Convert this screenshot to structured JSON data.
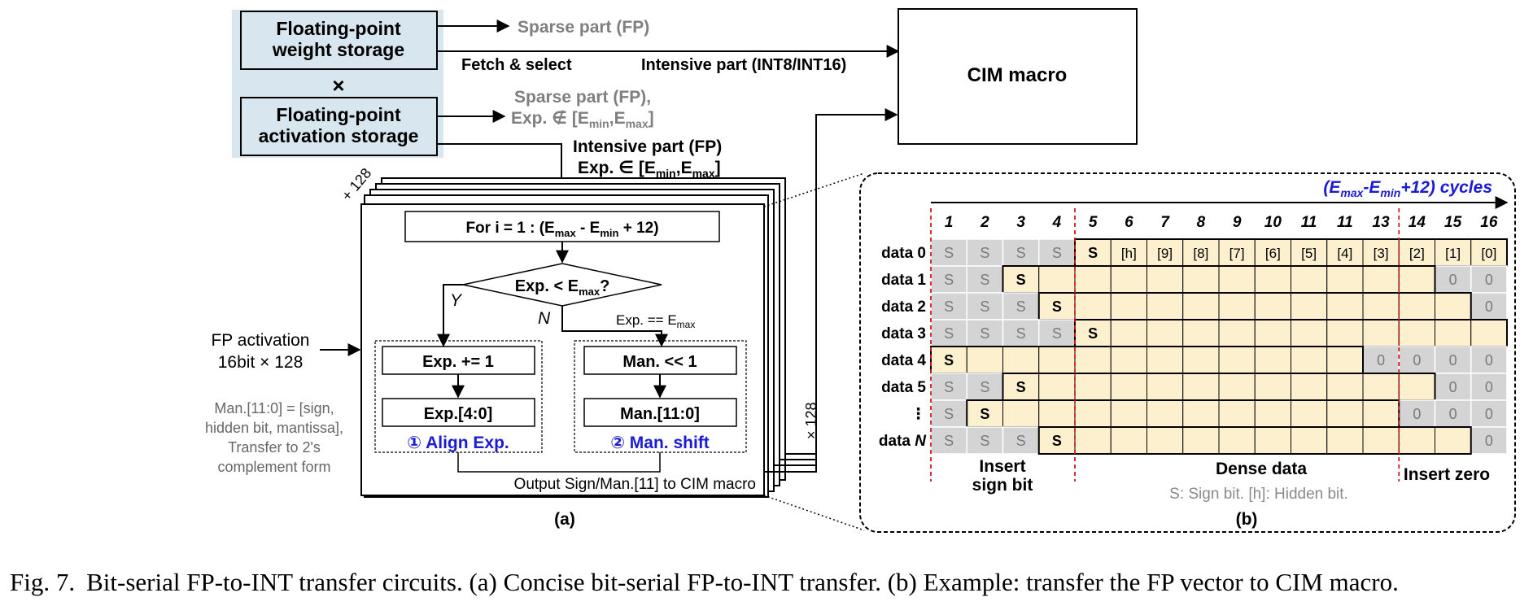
{
  "figure": {
    "storage": {
      "weight_line1": "Floating-point",
      "weight_line2": "weight storage",
      "times": "×",
      "act_line1": "Floating-point",
      "act_line2": "activation storage"
    },
    "labels": {
      "sparse_fp": "Sparse part (FP)",
      "fetch_select": "Fetch & select",
      "intensive_int": "Intensive part (INT8/INT16)",
      "sparse_fp2": "Sparse part (FP),",
      "exp_not_in": "Exp. ∉  [E",
      "intensive_fp": "Intensive part (FP)",
      "exp_in": "Exp. ∈ [E",
      "cim_macro": "CIM macro",
      "plus128": "+ 128",
      "times128": "× 128",
      "fp_act_line1": "FP activation",
      "fp_act_line2": "16bit × 128",
      "man_note_1": "Man.[11:0] = [sign,",
      "man_note_2": "hidden bit, mantissa],",
      "man_note_3": "Transfer to 2's",
      "man_note_4": "complement form"
    },
    "flow": {
      "for_loop": "For i = 1 : (E",
      "cond": "Exp. < E",
      "yes": "Y",
      "no": "N",
      "eq": "Exp. == E",
      "exp_inc": "Exp. += 1",
      "exp_bits": "Exp.[4:0]",
      "align": "① Align Exp.",
      "man_shift_op": "Man. << 1",
      "man_bits": "Man.[11:0]",
      "man_shift": "② Man. shift",
      "output": "Output Sign/Man.[11] to CIM macro",
      "sub_a": "(a)"
    },
    "panel_b": {
      "cycles": "(E",
      "col_headers": [
        "1",
        "2",
        "3",
        "4",
        "5",
        "6",
        "7",
        "8",
        "9",
        "10",
        "11",
        "11",
        "13",
        "14",
        "15",
        "16"
      ],
      "rows": [
        {
          "label": "data 0",
          "cells": [
            "S",
            "S",
            "S",
            "S",
            "S",
            "[h]",
            "[9]",
            "[8]",
            "[7]",
            "[6]",
            "[5]",
            "[4]",
            "[3]",
            "[2]",
            "[1]",
            "[0]"
          ],
          "dense_from": 4,
          "zero_from": 16
        },
        {
          "label": "data 1",
          "cells": [
            "S",
            "S",
            "S",
            "",
            "",
            "",
            "",
            "",
            "",
            "",
            "",
            "",
            "",
            "",
            "0",
            "0"
          ],
          "dense_from": 2,
          "zero_from": 14
        },
        {
          "label": "data 2",
          "cells": [
            "S",
            "S",
            "S",
            "S",
            "",
            "",
            "",
            "",
            "",
            "",
            "",
            "",
            "",
            "",
            "",
            "0"
          ],
          "dense_from": 3,
          "zero_from": 15
        },
        {
          "label": "data 3",
          "cells": [
            "S",
            "S",
            "S",
            "S",
            "S",
            "",
            "",
            "",
            "",
            "",
            "",
            "",
            "",
            "",
            "",
            ""
          ],
          "dense_from": 4,
          "zero_from": 16
        },
        {
          "label": "data 4",
          "cells": [
            "S",
            "",
            "",
            "",
            "",
            "",
            "",
            "",
            "",
            "",
            "",
            "",
            "0",
            "0",
            "0",
            "0"
          ],
          "dense_from": 0,
          "zero_from": 12
        },
        {
          "label": "data 5",
          "cells": [
            "S",
            "S",
            "S",
            "",
            "",
            "",
            "",
            "",
            "",
            "",
            "",
            "",
            "",
            "",
            "0",
            "0"
          ],
          "dense_from": 2,
          "zero_from": 14
        },
        {
          "label": "⋮",
          "cells": [
            "S",
            "S",
            "",
            "",
            "",
            "",
            "",
            "",
            "",
            "",
            "",
            "",
            "",
            "0",
            "0",
            "0"
          ],
          "dense_from": 1,
          "zero_from": 13
        },
        {
          "label": "data N",
          "cells": [
            "S",
            "S",
            "S",
            "S",
            "",
            "",
            "",
            "",
            "",
            "",
            "",
            "",
            "",
            "",
            "",
            "0"
          ],
          "dense_from": 3,
          "zero_from": 15
        }
      ],
      "insert_sign_1": "Insert",
      "insert_sign_2": "sign bit",
      "dense": "Dense data",
      "legend": "S: Sign bit. [h]: Hidden bit.",
      "insert_zero": "Insert zero",
      "sub_b": "(b)"
    }
  },
  "caption": {
    "fig_no": "Fig. 7.",
    "text": "Bit-serial FP-to-INT transfer circuits. (a) Concise bit-serial FP-to-INT transfer. (b) Example: transfer the FP vector to CIM macro."
  },
  "colors": {
    "storage_bg": "#d7e6ef",
    "sparse_gray": "#7f7f7f",
    "dense_fill": "#fdf0cf",
    "gray_fill": "#d4d4d4",
    "accent_blue": "#1b1bd6",
    "red_dash": "#d11a1a"
  }
}
